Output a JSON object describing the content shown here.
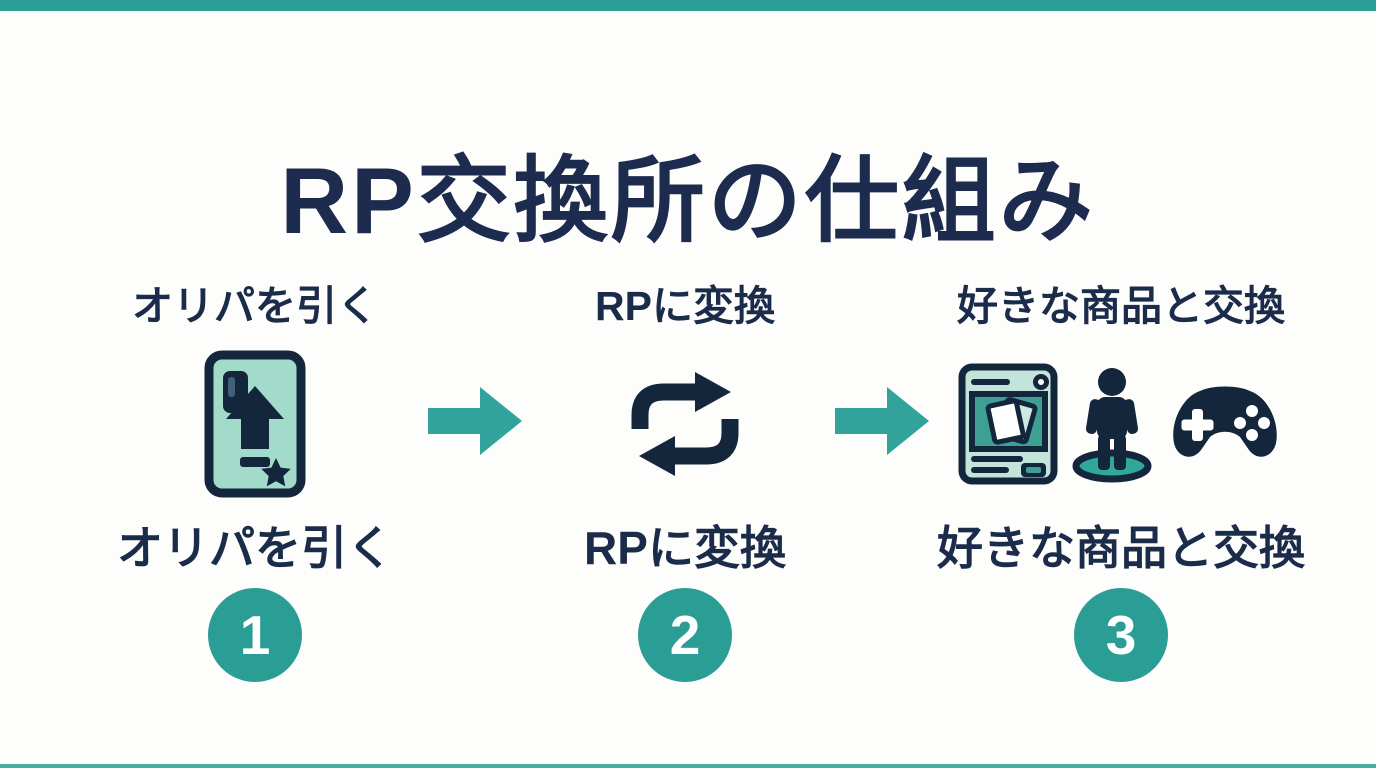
{
  "title": "RP交換所の仕組み",
  "steps": [
    {
      "number": "1",
      "top_label": "オリパを引く",
      "bottom_label": "オリパを引く",
      "icon": "oripa-card-icon"
    },
    {
      "number": "2",
      "top_label": "RPに変換",
      "bottom_label": "RPに変換",
      "icon": "rp-convert-cycle-icon"
    },
    {
      "number": "3",
      "top_label": "好きな商品と交換",
      "bottom_label": "好きな商品と交換",
      "icon": "product-card-icon, figure-icon, game-controller-icon"
    }
  ],
  "colors": {
    "accent_teal": "#2a9e97",
    "badge_teal": "#2a9d95",
    "navy_text": "#1b2b4a",
    "icon_navy": "#14263c",
    "mint_card": "#a2dbca",
    "mint_panel": "#c3e4da",
    "background": "#fdfdfc"
  }
}
